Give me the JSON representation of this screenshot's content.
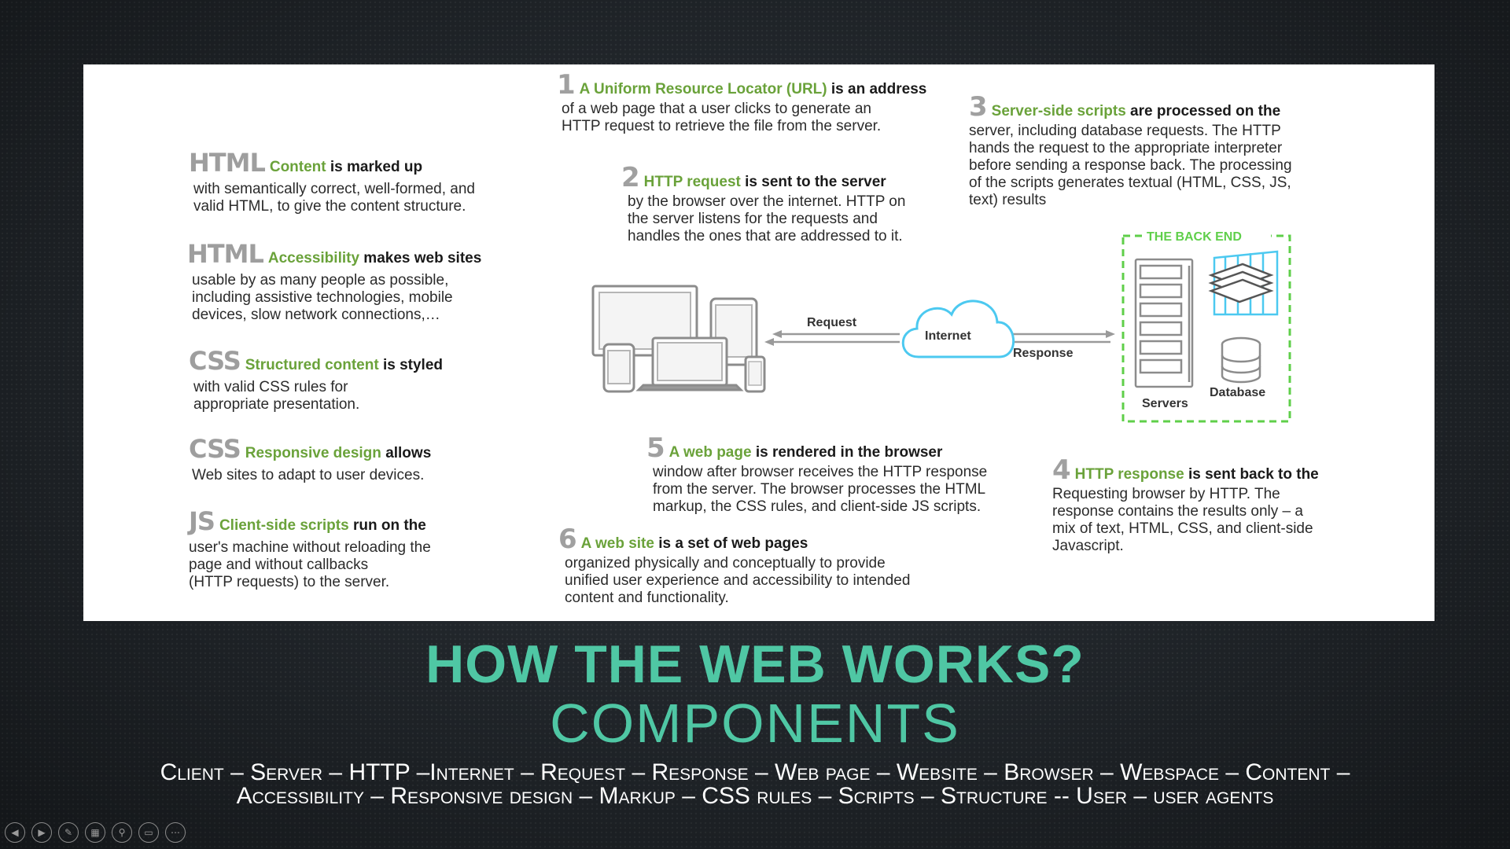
{
  "left_items": [
    {
      "badge": "HTML",
      "key": "Content",
      "rest": "is marked up",
      "body": [
        "with semantically correct, well-formed, and",
        "valid HTML, to give the content structure."
      ]
    },
    {
      "badge": "HTML",
      "key": "Accessibility",
      "rest": "makes web sites",
      "body": [
        "usable by as many people as possible,",
        "including assistive technologies, mobile",
        "devices, slow network connections,…"
      ]
    },
    {
      "badge": "CSS",
      "key": "Structured content",
      "rest": "is styled",
      "body": [
        "with valid CSS rules for",
        "appropriate presentation."
      ]
    },
    {
      "badge": "CSS",
      "key": "Responsive design",
      "rest": "allows",
      "body": [
        "Web sites to adapt to user devices."
      ]
    },
    {
      "badge": "JS",
      "key": "Client-side scripts",
      "rest": "run on the",
      "body": [
        "user's machine without reloading the",
        "page and without callbacks",
        "(HTTP requests) to the server."
      ]
    }
  ],
  "steps": {
    "s1": {
      "num": "1",
      "key": "A Uniform Resource Locator (URL)",
      "rest": "is an address",
      "body": [
        "of a web page that a user clicks to generate an",
        "HTTP request to retrieve the file from the server."
      ]
    },
    "s2": {
      "num": "2",
      "key": "HTTP request",
      "rest": "is sent to the server",
      "body": [
        "by the browser over the internet. HTTP on",
        "the server listens for the requests and",
        "handles the ones that are addressed to it."
      ]
    },
    "s3": {
      "num": "3",
      "key": "Server-side scripts",
      "rest": "are processed on the",
      "body": [
        "server, including database requests. The HTTP",
        "hands the request to the appropriate interpreter",
        "before sending a response back. The processing",
        "of the scripts generates textual (HTML, CSS, JS,",
        "text) results"
      ]
    },
    "s4": {
      "num": "4",
      "key": "HTTP response",
      "rest": "is sent back to the",
      "body": [
        "Requesting browser by HTTP. The",
        "response contains the results only – a",
        "mix of text, HTML, CSS, and client-side",
        "Javascript."
      ]
    },
    "s5": {
      "num": "5",
      "key": "A web page",
      "rest": "is rendered in the browser",
      "body": [
        "window after browser receives the HTTP response",
        "from the server. The browser processes the HTML",
        "markup, the CSS rules, and client-side JS scripts."
      ]
    },
    "s6": {
      "num": "6",
      "key": "A web site",
      "rest": "is a set of web pages",
      "body": [
        "organized physically and conceptually to provide",
        "unified user experience and accessibility to intended",
        "content and functionality."
      ]
    }
  },
  "diagram": {
    "request": "Request",
    "internet": "Internet",
    "response": "Response",
    "backend": "THE BACK END",
    "servers": "Servers",
    "database": "Database",
    "accent_color": "#4cc9f0",
    "backend_color": "#5fcf4a"
  },
  "title": {
    "line1": "HOW THE WEB WORKS?",
    "line2": "COMPONENTS"
  },
  "terms": [
    "Client – Server – HTTP –Internet – Request – Response – Web page – Website – Browser – Webspace – Content –",
    "Accessibility – Responsive design – Markup – CSS rules – Scripts – Structure --  User – user agents"
  ],
  "nav": [
    "previous-icon",
    "next-icon",
    "pen-icon",
    "slides-icon",
    "zoom-icon",
    "subtitles-icon",
    "more-icon"
  ],
  "colors": {
    "title": "#4fc7a4",
    "keyword": "#6aa23a",
    "background": "#23282d"
  }
}
